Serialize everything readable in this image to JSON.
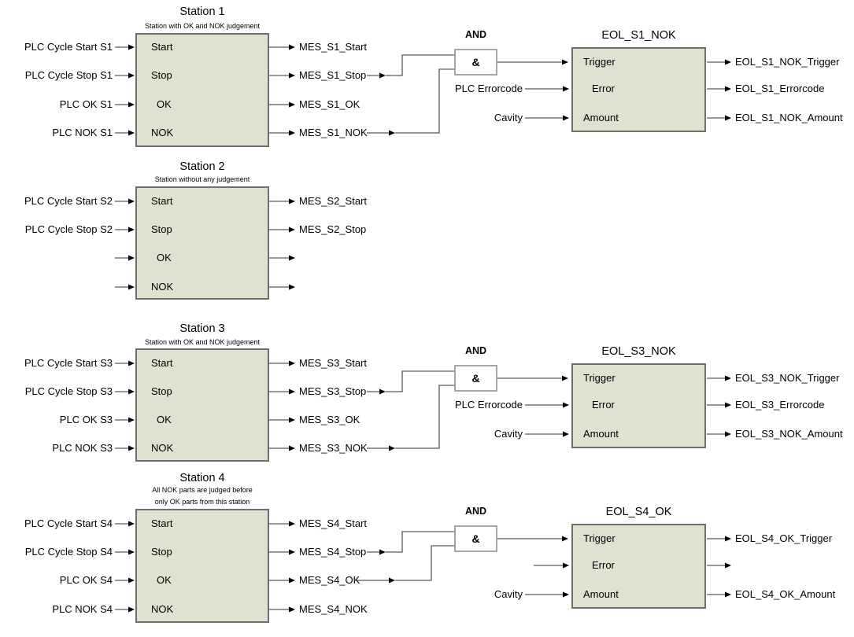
{
  "colors": {
    "block_fill": "#dee2ce",
    "block_border": "#6e6e6e",
    "and_box_border": "#a6a6a6",
    "wire": "#595959",
    "arrowhead": "#000000"
  },
  "stations": [
    {
      "title": "Station 1",
      "subtitle_lines": [
        "Station with OK and NOK judgement"
      ],
      "port_labels": [
        "Start",
        "Stop",
        "OK",
        "NOK"
      ],
      "input_labels": [
        "PLC Cycle Start S1",
        "PLC Cycle Stop S1",
        "PLC OK S1",
        "PLC NOK S1"
      ],
      "output_labels": [
        "MES_S1_Start",
        "MES_S1_Stop",
        "MES_S1_OK",
        "MES_S1_NOK"
      ]
    },
    {
      "title": "Station 2",
      "subtitle_lines": [
        "Station without any judgement"
      ],
      "port_labels": [
        "Start",
        "Stop",
        "OK",
        "NOK"
      ],
      "input_labels": [
        "PLC Cycle Start S2",
        "PLC Cycle Stop S2",
        "",
        ""
      ],
      "output_labels": [
        "MES_S2_Start",
        "MES_S2_Stop",
        "",
        ""
      ]
    },
    {
      "title": "Station 3",
      "subtitle_lines": [
        "Station with OK and NOK judgement"
      ],
      "port_labels": [
        "Start",
        "Stop",
        "OK",
        "NOK"
      ],
      "input_labels": [
        "PLC Cycle Start S3",
        "PLC Cycle Stop S3",
        "PLC OK S3",
        "PLC NOK S3"
      ],
      "output_labels": [
        "MES_S3_Start",
        "MES_S3_Stop",
        "MES_S3_OK",
        "MES_S3_NOK"
      ]
    },
    {
      "title": "Station 4",
      "subtitle_lines": [
        "All NOK parts are judged before",
        "only OK parts from this station"
      ],
      "port_labels": [
        "Start",
        "Stop",
        "OK",
        "NOK"
      ],
      "input_labels": [
        "PLC Cycle Start S4",
        "PLC Cycle Stop S4",
        "PLC OK S4",
        "PLC NOK S4"
      ],
      "output_labels": [
        "MES_S4_Start",
        "MES_S4_Stop",
        "MES_S4_OK",
        "MES_S4_NOK"
      ]
    }
  ],
  "and_gates": [
    {
      "label": "AND",
      "symbol": "&"
    },
    {
      "label": "AND",
      "symbol": "&"
    },
    {
      "label": "AND",
      "symbol": "&"
    }
  ],
  "eol_blocks": [
    {
      "title": "EOL_S1_NOK",
      "port_labels": [
        "Trigger",
        "Error",
        "Amount"
      ],
      "input_labels": [
        "",
        "PLC Errorcode",
        "Cavity"
      ],
      "output_labels": [
        "EOL_S1_NOK_Trigger",
        "EOL_S1_Errorcode",
        "EOL_S1_NOK_Amount"
      ]
    },
    {
      "title": "EOL_S3_NOK",
      "port_labels": [
        "Trigger",
        "Error",
        "Amount"
      ],
      "input_labels": [
        "",
        "PLC Errorcode",
        "Cavity"
      ],
      "output_labels": [
        "EOL_S3_NOK_Trigger",
        "EOL_S3_Errorcode",
        "EOL_S3_NOK_Amount"
      ]
    },
    {
      "title": "EOL_S4_OK",
      "port_labels": [
        "Trigger",
        "Error",
        "Amount"
      ],
      "input_labels": [
        "",
        "",
        "Cavity"
      ],
      "output_labels": [
        "EOL_S4_OK_Trigger",
        "",
        "EOL_S4_OK_Amount"
      ]
    }
  ]
}
